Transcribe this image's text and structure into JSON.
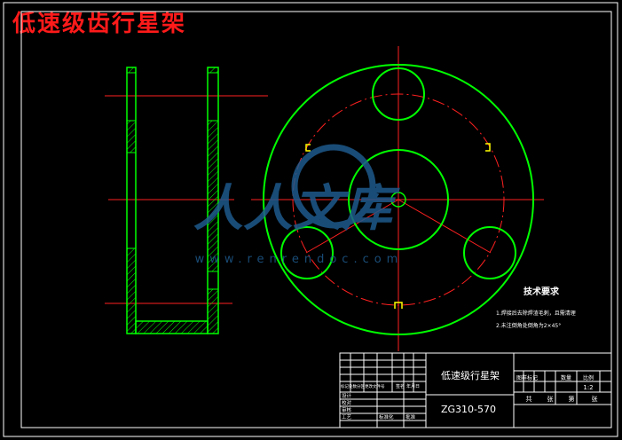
{
  "drawing_title": "低速级齿行星架",
  "tech_requirements": {
    "heading": "技术要求",
    "items": [
      "1.焊接后去除焊渣毛刺，且需清理",
      "2.未注倒角处倒角为2×45°"
    ]
  },
  "title_block": {
    "part_name": "低速级行星架",
    "drawing_number": "ZG310-570",
    "scale": "1:2",
    "headers": [
      "图样标记",
      "数量",
      "比例"
    ],
    "sheet_labels": [
      "共",
      "张",
      "第",
      "张"
    ],
    "sign_rows": [
      "标记处数分区更改文件号",
      "签名",
      "年月日"
    ],
    "roles": [
      "设计",
      "校对",
      "审核",
      "工艺",
      "标准化",
      "批准"
    ]
  },
  "watermark": {
    "text": "人人文库",
    "url": "www.renrendoc.com"
  },
  "colors": {
    "background": "#000000",
    "border": "#ffffff",
    "outline": "#00ff00",
    "centerline": "#ff2020",
    "hatch": "#00ff00",
    "mark": "#ffff00",
    "title": "#ff1a1a",
    "watermark": "#1e5a8c"
  }
}
